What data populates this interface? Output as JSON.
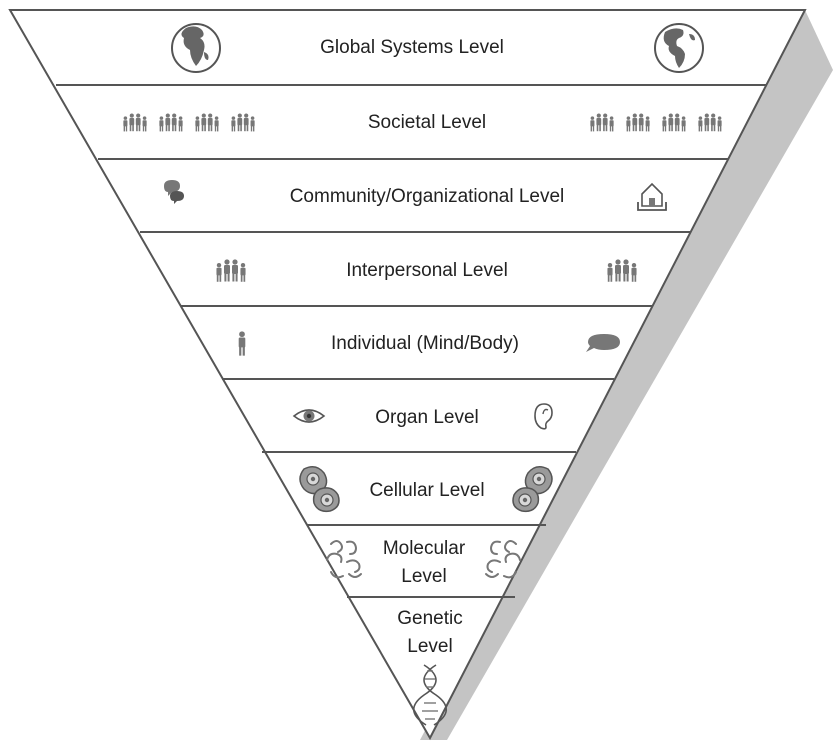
{
  "levels": [
    {
      "label": "Global Systems Level",
      "icon_left": "globe-africa-europe-icon",
      "icon_right": "globe-americas-icon"
    },
    {
      "label": "Societal Level",
      "icon_left": "crowd-icon",
      "icon_right": "crowd-icon"
    },
    {
      "label": "Community/Organizational Level",
      "icon_left": "speech-bubbles-icon",
      "icon_right": "community-house-icon"
    },
    {
      "label": "Interpersonal Level",
      "icon_left": "group-icon",
      "icon_right": "group-icon"
    },
    {
      "label": "Individual (Mind/Body)",
      "icon_left": "person-icon",
      "icon_right": "thought-bubble-icon"
    },
    {
      "label": "Organ Level",
      "icon_left": "eye-icon",
      "icon_right": "ear-icon"
    },
    {
      "label": "Cellular Level",
      "icon_left": "cells-icon",
      "icon_right": "cells-icon"
    },
    {
      "label_lines": [
        "Molecular",
        "Level"
      ],
      "icon_left": "molecules-icon",
      "icon_right": "molecules-icon"
    },
    {
      "label_lines": [
        "Genetic",
        "Level"
      ],
      "icon_bottom": "dna-helix-icon"
    }
  ],
  "colors": {
    "outline": "#555555",
    "shadow": "#c4c4c4",
    "icon": "#777777",
    "text": "#222222"
  }
}
